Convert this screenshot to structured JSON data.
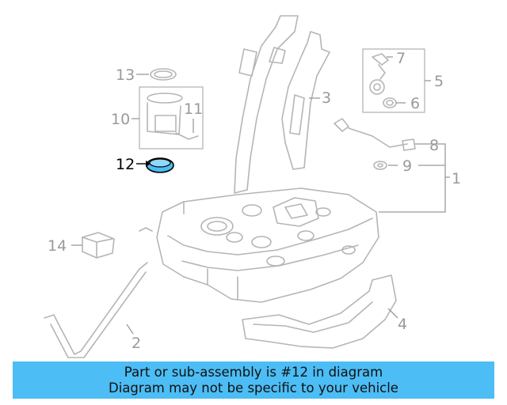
{
  "diagram": {
    "callouts": [
      {
        "id": "c1",
        "label": "1"
      },
      {
        "id": "c2",
        "label": "2"
      },
      {
        "id": "c3",
        "label": "3"
      },
      {
        "id": "c4",
        "label": "4"
      },
      {
        "id": "c5",
        "label": "5"
      },
      {
        "id": "c6",
        "label": "6"
      },
      {
        "id": "c7",
        "label": "7"
      },
      {
        "id": "c8",
        "label": "8"
      },
      {
        "id": "c9",
        "label": "9"
      },
      {
        "id": "c10",
        "label": "10"
      },
      {
        "id": "c11",
        "label": "11"
      },
      {
        "id": "c12",
        "label": "12"
      },
      {
        "id": "c13",
        "label": "13"
      },
      {
        "id": "c14",
        "label": "14"
      }
    ],
    "highlighted_part": "12",
    "highlight_color": "#4cbdf5"
  },
  "banner": {
    "line1": "Part or sub-assembly is #12 in diagram",
    "line2": "Diagram may not be specific to your vehicle",
    "background": "#4cbdf5"
  }
}
